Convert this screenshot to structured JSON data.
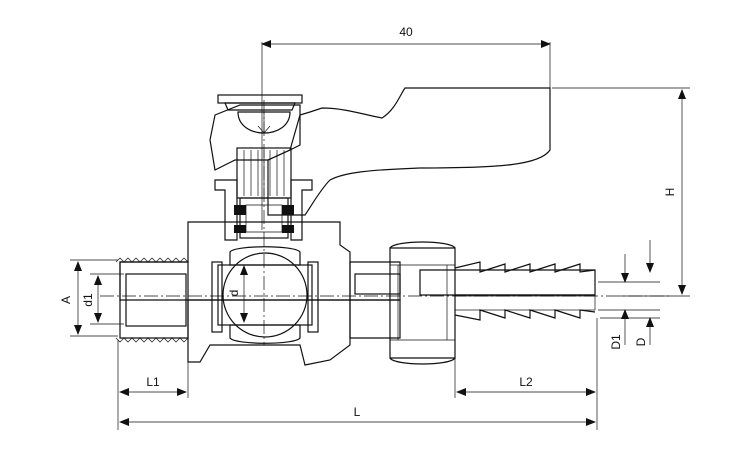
{
  "dimensions": {
    "top_width": "40",
    "height": "H",
    "outer_dia": "A",
    "inner_dia": "d1",
    "bore": "d",
    "hose_dia_1": "D1",
    "hose_dia": "D",
    "left_length": "L1",
    "right_length": "L2",
    "total_length": "L"
  }
}
